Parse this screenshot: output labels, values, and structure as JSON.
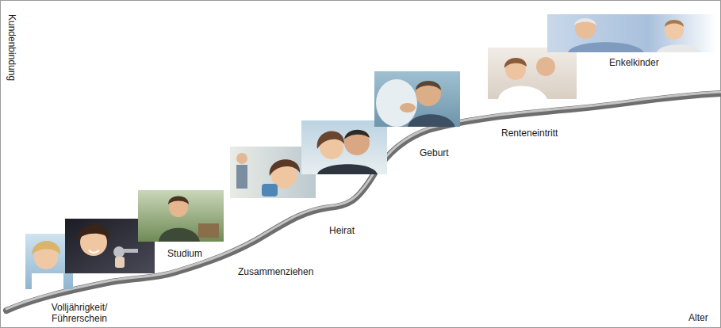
{
  "diagram": {
    "labels": [
      "Kundenbindung",
      "Volljährigkeit/ Führerschein",
      "Studium",
      "Zusammenziehen",
      "Heirat",
      "Geburt",
      "Renteneintritt",
      "Enkelkinder",
      "Alter"
    ]
  }
}
